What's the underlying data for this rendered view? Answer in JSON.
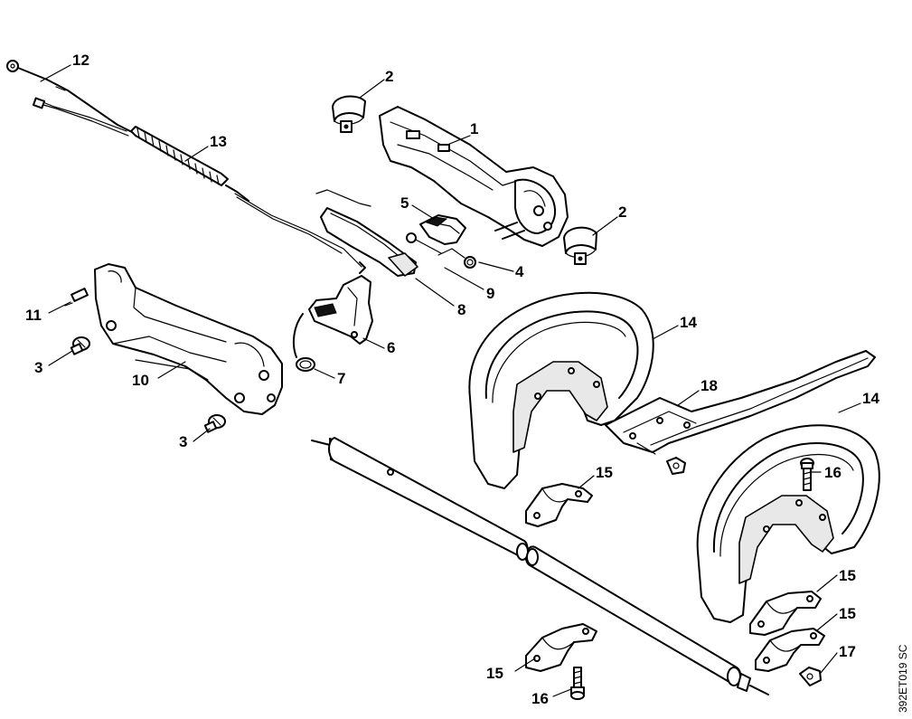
{
  "drawing_code": "392ET019 SC",
  "callouts": {
    "c1": "1",
    "c2a": "2",
    "c2b": "2",
    "c3a": "3",
    "c3b": "3",
    "c4": "4",
    "c5": "5",
    "c6": "6",
    "c7": "7",
    "c8": "8",
    "c9": "9",
    "c10": "10",
    "c11": "11",
    "c12": "12",
    "c13": "13",
    "c14a": "14",
    "c14b": "14",
    "c15a": "15",
    "c15b": "15",
    "c15c": "15",
    "c15d": "15",
    "c16a": "16",
    "c16b": "16",
    "c17": "17",
    "c18": "18"
  }
}
